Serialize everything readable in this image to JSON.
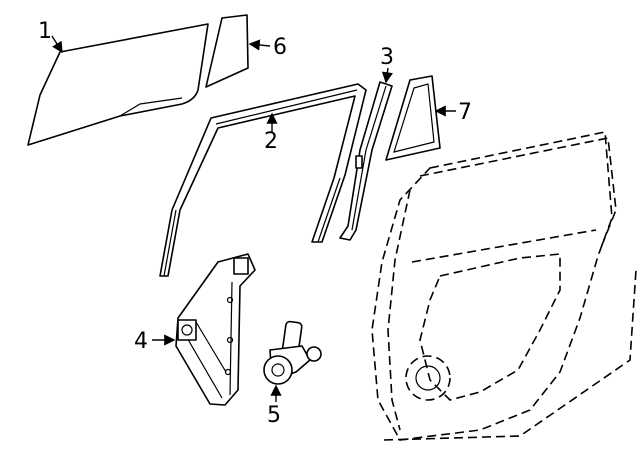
{
  "callouts": [
    {
      "id": "1",
      "text": "1"
    },
    {
      "id": "2",
      "text": "2"
    },
    {
      "id": "3",
      "text": "3"
    },
    {
      "id": "4",
      "text": "4"
    },
    {
      "id": "5",
      "text": "5"
    },
    {
      "id": "6",
      "text": "6"
    },
    {
      "id": "7",
      "text": "7"
    }
  ],
  "colors": {
    "line": "#000000",
    "background": "#ffffff"
  }
}
